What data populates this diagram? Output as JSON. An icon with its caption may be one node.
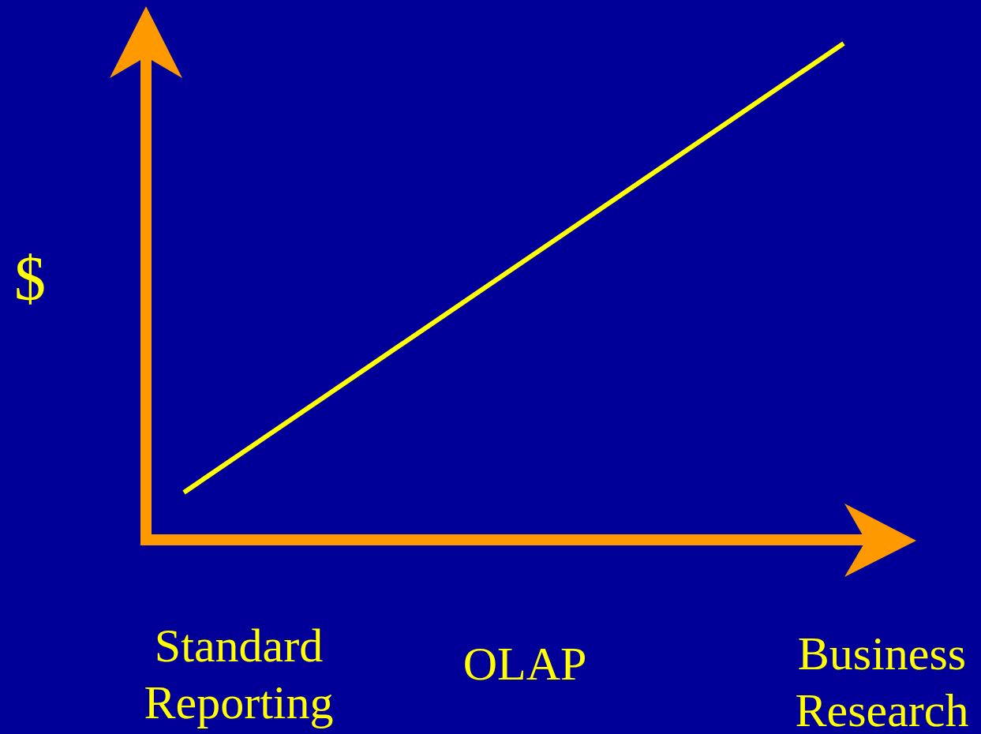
{
  "diagram": {
    "labels": [
      "$",
      "Standard Reporting",
      "OLAP",
      "Business Research"
    ]
  }
}
